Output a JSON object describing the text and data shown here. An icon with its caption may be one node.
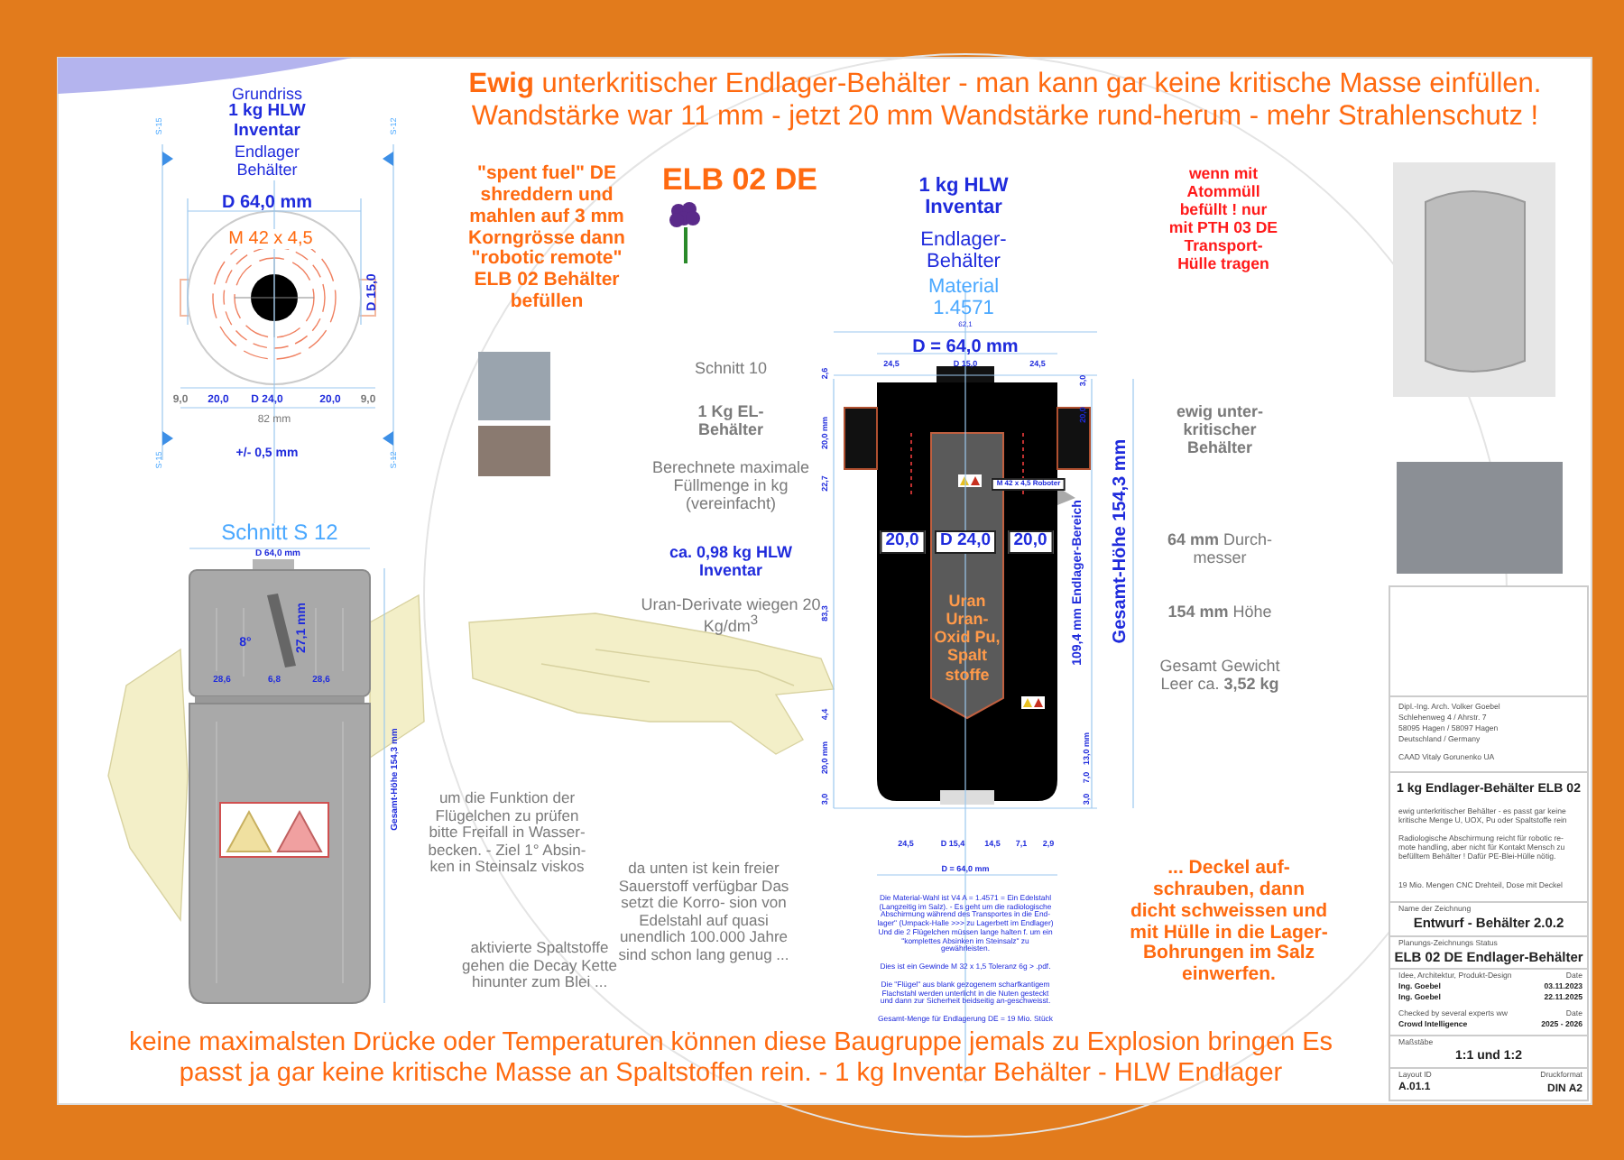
{
  "diagram": {
    "title": "**Ewig** unterkritischer Endlager-Behälter - man kann gar keine kritische Masse einfüllen. Wandstärke war 11 mm - jetzt 20 mm Wandstärke rund-herum - mehr Strahlenschutz !",
    "caption": "keine maximalsten Drücke oder Temperaturen können diese Baugruppe jemals zu Explosion bringen Es passt ja gar keine kritische Masse an Spaltstoffen rein. - 1 kg Inventar Behälter - HLW Endlager",
    "labels": [
      "Grundriss",
      "1 kg HLW Inventar",
      "Endlager Behälter",
      "D 64,0 mm",
      "M 42 x 4,5",
      "D 15,0",
      "9,0",
      "20,0",
      "D 24,0",
      "20,0",
      "9,0",
      "82 mm",
      "+/- 0,5 mm",
      "S-15",
      "S-12",
      "S-15",
      "S-12",
      "Schnitt S 12",
      "D 64,0 mm",
      "27,1 mm",
      "8°",
      "28,6",
      "6,8",
      "28,6",
      "Gesamt-Höhe 154,3 mm",
      "um die Funktion der Flügelchen zu prüfen bitte Freifall in Wasser- becken. - Ziel 1° Absin- ken in Steinsalz viskos",
      "aktivierte Spaltstoffe gehen die Decay Kette hinunter zum Blei ...",
      "da unten ist kein freier Sauerstoff verfügbar Das setzt die Korro- sion von Edelstahl auf quasi unendlich 100.000 Jahre sind schon lang genug ...",
      "\"spent fuel\" DE shreddern und mahlen auf 3 mm Korngrösse dann \"robotic remote\" ELB 02 Behälter befüllen",
      "ELB 02 DE",
      "1 kg HLW Inventar",
      "Endlager- Behälter",
      "Material 1.4571",
      "wenn mit Atommüll befüllt ! nur mit PTH 03 DE Transport- Hülle tragen",
      "Schnitt 10",
      "1 Kg EL- Behälter",
      "Berechnete maximale Füllmenge in kg (vereinfacht)",
      "ca. 0,98 kg HLW Inventar",
      "Uran-Derivate wiegen 20 Kg/dm$^{3}$",
      "62,1",
      "D = 64,0 mm",
      "24,5",
      "D 15,0",
      "24,5",
      "20,0",
      "D 24,0",
      "20,0",
      "Uran Uran- Oxid Pu, Spalt stoffe",
      "M 42 x 4,5 Roboter",
      "109,4 mm Endlager-Bereich",
      "Gesamt-Höhe 154,3 mm",
      "24,5",
      "D 15,4",
      "14,5",
      "7,1",
      "2,9",
      "D = 64,0 mm",
      "2,6",
      "20,0 mm",
      "22,7",
      "83,3",
      "4,4",
      "20,0 mm",
      "3,0",
      "3,0",
      "20,0",
      "13,0 mm",
      "7,0",
      "3,0",
      "Die Material-Wahl ist V4 A = 1.4571 = Ein Edelstahl (Langzeitig im Salz). - Es geht um die radiologische Abschirmung während des Transportes in die End- lager\" (Umpack-Halle >>> zu Lagerbett im Endlager) Und die 2 Flügelchen müssen lange halten f. um ein \"komplettes Absinken im Steinsalz\" zu gewährleisten.",
      "Dies ist ein Gewinde M 32 x 1,5 Toleranz 6g > .pdf.",
      "Die \"Flügel\" aus blank gezogenem scharfkantigem Flachstahl werden unterlicht in die Nuten gesteckt und dann zur Sicherheit beidseitig an-geschweisst.",
      "Gesamt-Menge für Endlagerung DE = 19 Mio. Stück",
      "ewig unter- kritischer Behälter",
      "**64 mm** Durch- messer",
      "**154 mm** Höhe",
      "Gesamt Gewicht Leer ca. **3,52 kg**",
      "... Deckel auf- schrauben, dann dicht schweissen und mit Hülle in die Lager- Bohrungen im Salz einwerfen.",
      "Dipl.-Ing. Arch. Volker Goebel",
      "Schlehenweg 4 / Ahrstr. 7",
      "58095 Hagen / 58097 Hagen",
      "Deutschland / Germany",
      "CAAD Vitaly Gorunenko UA",
      "1 kg Endlager-Behälter ELB 02",
      "ewig unterkritischer Behälter - es passt gar keine kritische Menge U, UOX, Pu oder Spaltstoffe rein",
      "Radiologische Abschirmung reicht für robotic re- mote handling, aber nicht für Kontakt Mensch zu befülltem Behälter ! Dafür PE-Blei-Hülle nötig.",
      "19 Mio. Mengen CNC Drehteil, Dose mit Deckel",
      "Name der Zeichnung",
      "Entwurf - Behälter 2.0.2",
      "Planungs-Zeichnungs Status",
      "ELB 02 DE Endlager-Behälter",
      "Idee, Architektur, Produkt-Design",
      "Date",
      "Ing. Goebel",
      "03.11.2023",
      "Ing. Goebel",
      "22.11.2025",
      "Checked by several experts ww",
      "Date",
      "Crowd Intelligence",
      "2025 - 2026",
      "Maßstäbe",
      "1:1 und 1:2",
      "Layout ID",
      "Druckformat",
      "A.01.1",
      "DIN A2"
    ]
  }
}
